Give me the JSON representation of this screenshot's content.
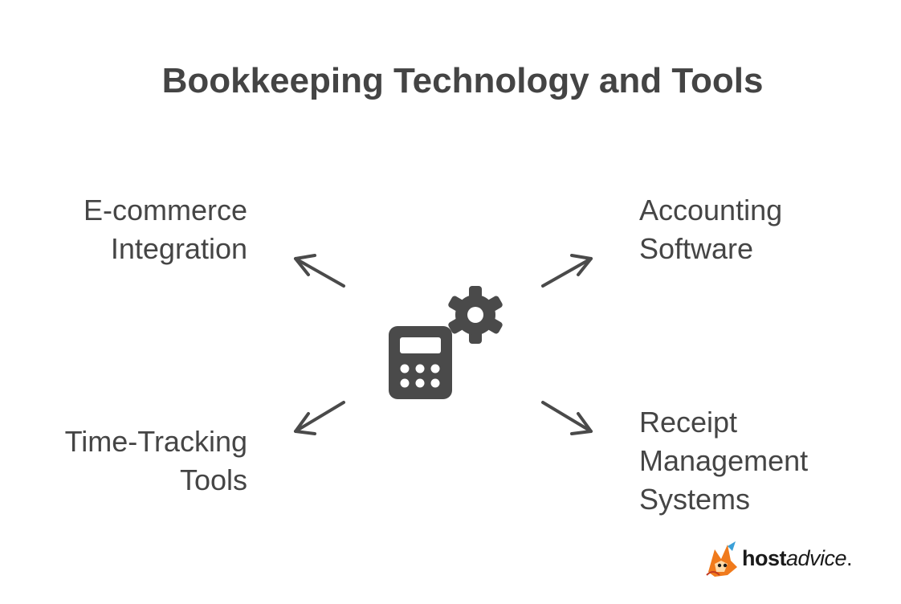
{
  "title": "Bookkeeping Technology and Tools",
  "center_icon": {
    "icon": "calculator-gear-icon",
    "color": "#4a4a4a"
  },
  "branches": [
    {
      "lines": [
        "E-commerce",
        "Integration"
      ],
      "direction": "upper-left"
    },
    {
      "lines": [
        "Accounting",
        "Software"
      ],
      "direction": "upper-right"
    },
    {
      "lines": [
        "Time-Tracking",
        "Tools"
      ],
      "direction": "lower-left"
    },
    {
      "lines": [
        "Receipt",
        "Management",
        "Systems"
      ],
      "direction": "lower-right"
    }
  ],
  "logo": {
    "bold": "host",
    "rest": "advice",
    "suffix": ".",
    "icon": "fox-mascot-icon"
  },
  "colors": {
    "text": "#454545",
    "icon": "#4a4a4a",
    "logo_orange": "#f07a1c"
  }
}
